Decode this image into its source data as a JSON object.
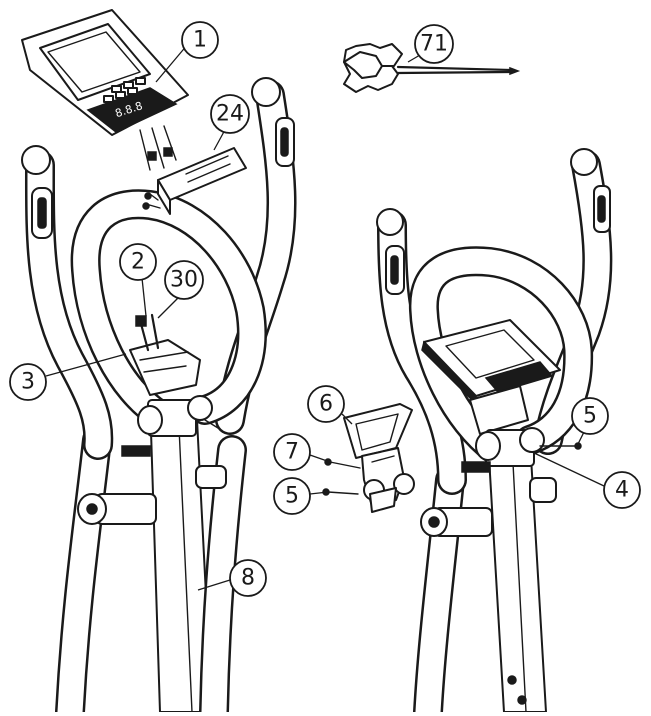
{
  "callouts": {
    "c1": "1",
    "c71": "71",
    "c24": "24",
    "c2": "2",
    "c30": "30",
    "c3": "3",
    "c6": "6",
    "c7": "7",
    "c5a": "5",
    "c5b": "5",
    "c4": "4",
    "c8": "8"
  },
  "console_display": "8.8.8"
}
